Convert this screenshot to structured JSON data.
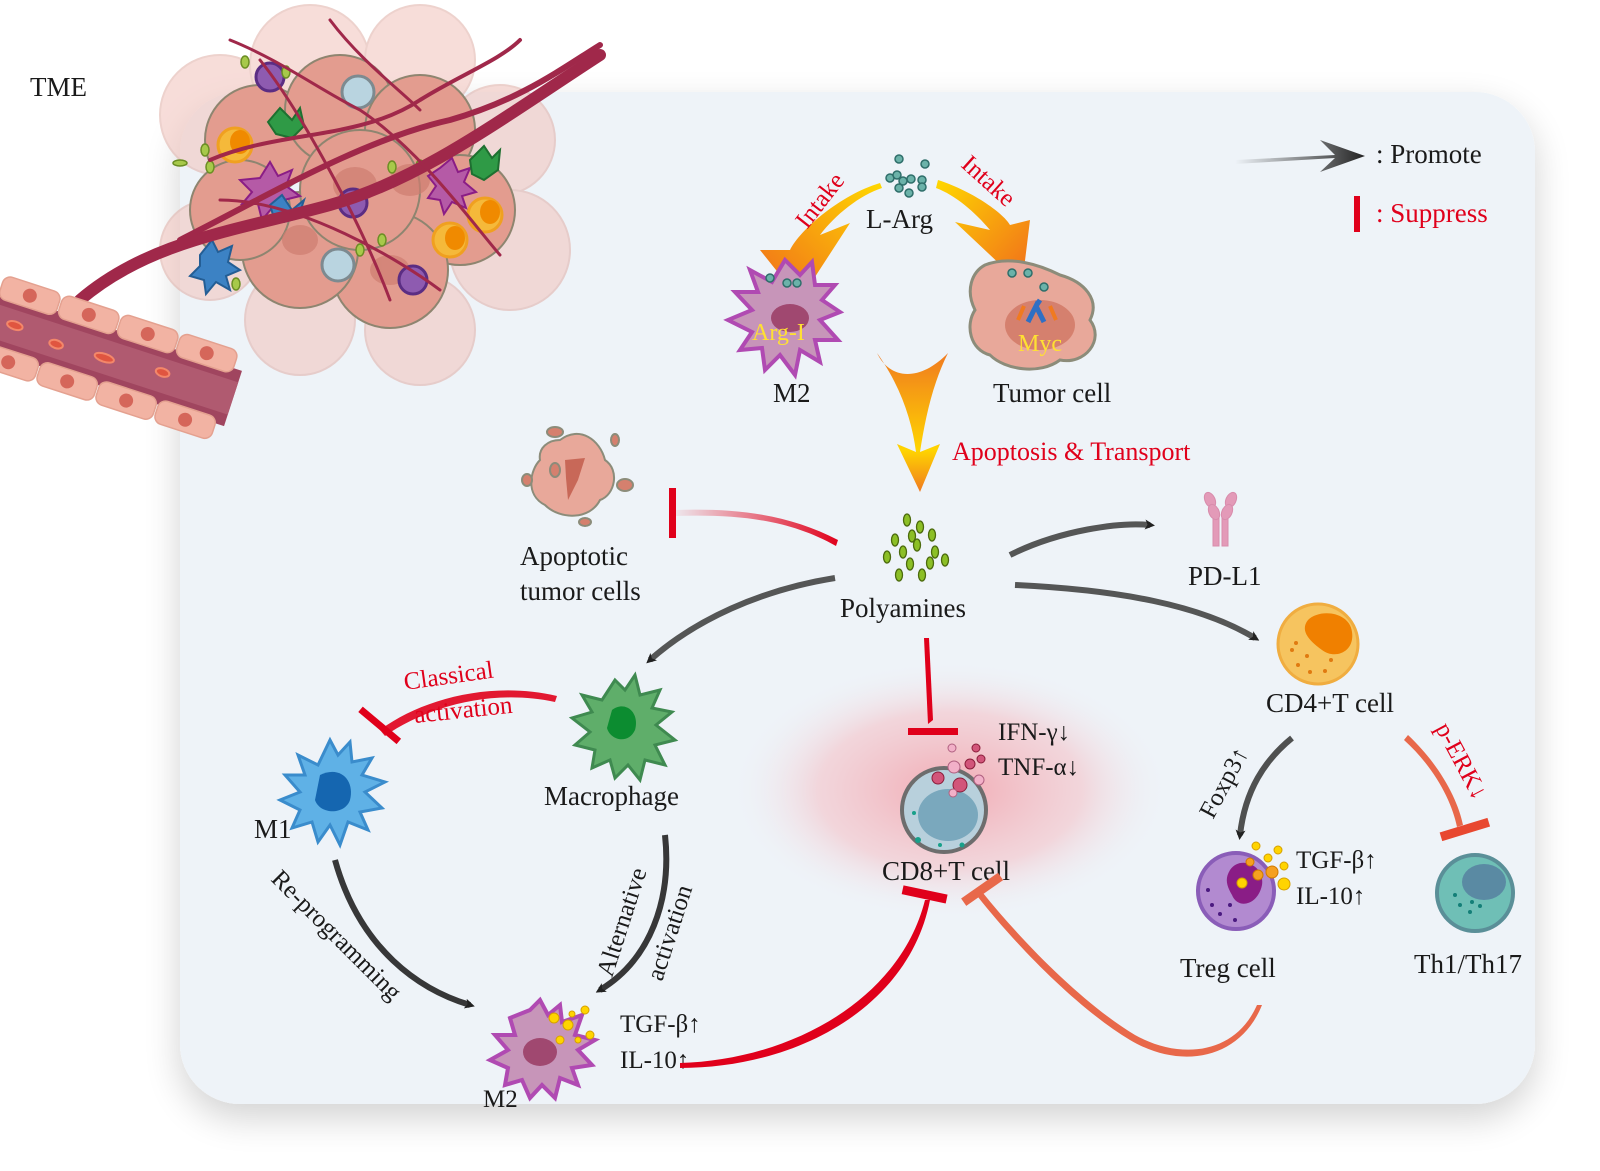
{
  "title_label": "TME",
  "legend": {
    "promote": ": Promote",
    "suppress": ": Suppress"
  },
  "top": {
    "substrate": "L-Arg",
    "intake_left": "Intake",
    "intake_right": "Intake",
    "m2_cell": "M2",
    "m2_enzyme": "Arg-I",
    "tumor_cell": "Tumor cell",
    "tumor_gene": "Myc",
    "process": "Apoptosis & Transport"
  },
  "center": {
    "polyamines": "Polyamines",
    "apoptotic_line1": "Apoptotic",
    "apoptotic_line2": "tumor cells",
    "pdl1": "PD-L1"
  },
  "macrophage_branch": {
    "macrophage": "Macrophage",
    "m1": "M1",
    "m2": "M2",
    "classical_line1": "Classical",
    "classical_line2": "activation",
    "alternative_line1": "Alternative",
    "alternative_line2": "activation",
    "reprogramming": "Re-programming",
    "m2_cytokine1": "TGF-β↑",
    "m2_cytokine2": "IL-10↑"
  },
  "cd8_branch": {
    "cd8": "CD8+T cell",
    "cytokine1": "IFN-γ↓",
    "cytokine2": "TNF-α↓"
  },
  "cd4_branch": {
    "cd4": "CD4+T cell",
    "foxp3": "Foxp3↑",
    "perk": "p-ERK↓",
    "treg": "Treg cell",
    "th": "Th1/Th17",
    "treg_cytokine1": "TGF-β↑",
    "treg_cytokine2": "IL-10↑"
  },
  "colors": {
    "panel_bg": "#eef3f8",
    "promote_arrow": "#2b2b2b",
    "suppress": "#e0001b",
    "orange_arrow": "#f08a1c",
    "yellow_arrow": "#ffd200"
  }
}
